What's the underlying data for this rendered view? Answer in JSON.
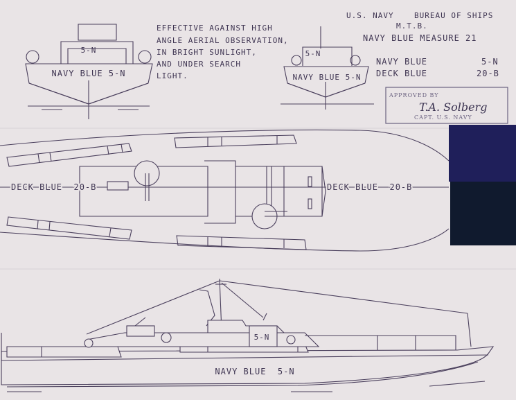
{
  "header": {
    "org": "U.S. NAVY",
    "bureau": "BUREAU OF SHIPS",
    "vessel": "M.T.B.",
    "measure": "NAVY BLUE MEASURE 21"
  },
  "note": {
    "line1": "EFFECTIVE AGAINST HIGH",
    "line2": "ANGLE AERIAL OBSERVATION,",
    "line3": "IN BRIGHT SUNLIGHT,",
    "line4": "AND UNDER SEARCH",
    "line5": "LIGHT."
  },
  "legend": {
    "items": [
      {
        "name": "NAVY BLUE",
        "code": "5-N"
      },
      {
        "name": "DECK BLUE",
        "code": "20-B"
      }
    ]
  },
  "stamp": {
    "approved": "APPROVED BY",
    "signature": "T.A. Solberg",
    "rank": "CAPT. U.S. NAVY"
  },
  "views": {
    "front_code": "5-N",
    "front_label": "NAVY BLUE 5-N",
    "rear_code": "5-N",
    "rear_label": "NAVY BLUE 5-N",
    "deck_left": "DECK BLUE  20-B",
    "deck_right": "DECK BLUE  20-B",
    "side_code": "5-N",
    "side_label": "NAVY BLUE  5-N"
  },
  "colors": {
    "paper": "#e9e4e6",
    "ink": "#4a3f5c",
    "navy_blue_swatch": "#1f1f5a",
    "deck_blue_swatch": "#101a2e"
  }
}
